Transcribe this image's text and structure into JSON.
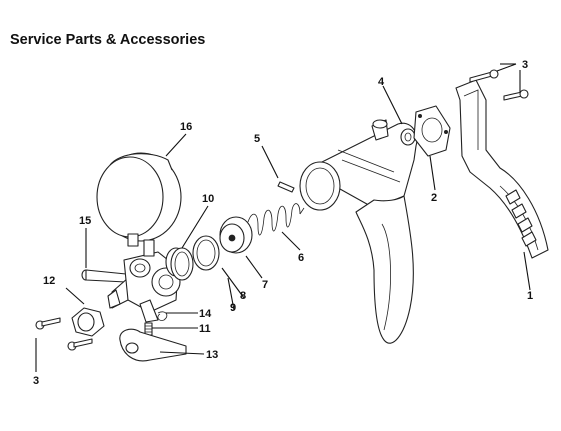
{
  "heading": "Service Parts & Accessories",
  "callouts": {
    "c1": "1",
    "c2": "2",
    "c3a": "3",
    "c3b": "3",
    "c4": "4",
    "c5": "5",
    "c6": "6",
    "c7": "7",
    "c8": "8",
    "c9": "9",
    "c10": "10",
    "c11": "11",
    "c12": "12",
    "c13": "13",
    "c14": "14",
    "c15": "15",
    "c16": "16"
  },
  "colors": {
    "ink": "#111111",
    "background": "#ffffff"
  }
}
